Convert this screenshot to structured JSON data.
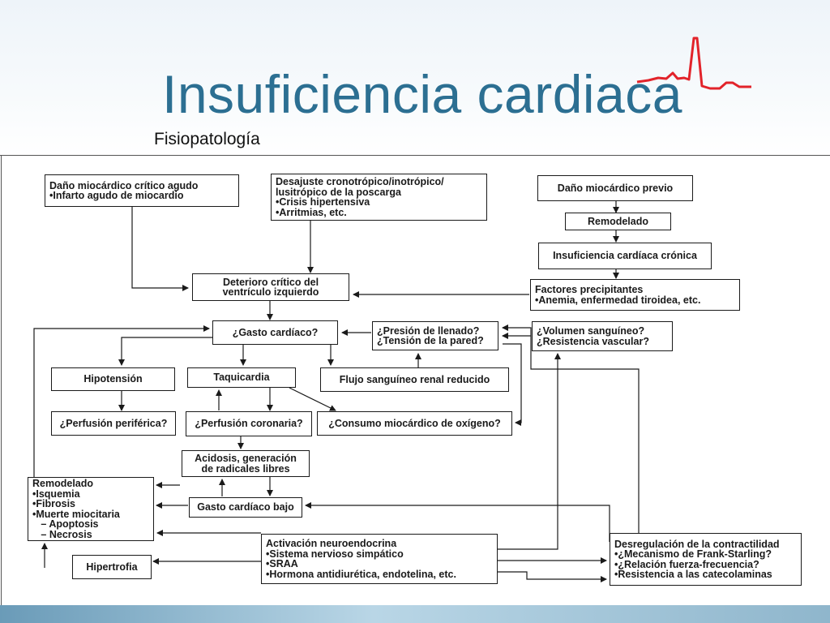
{
  "slide": {
    "title": "Insuficiencia cardiaca",
    "subtitle": "Fisiopatología"
  },
  "colors": {
    "title": "#2c6f92",
    "ecg_line": "#e2232a",
    "bottom_bar": "#8fb6cc"
  },
  "icons": {
    "ecg": "ecg-trace-icon"
  },
  "diagram": {
    "boxes": {
      "dano_agudo": {
        "lines": [
          "Daño miocárdico crítico agudo",
          "•Infarto agudo de miocardio"
        ]
      },
      "desajuste": {
        "lines": [
          "Desajuste cronotrópico/inotrópico/",
          "lusitrópico de la poscarga",
          "•Crisis hipertensiva",
          "•Arritmias, etc."
        ]
      },
      "dano_previo": {
        "lines": [
          "Daño miocárdico previo"
        ]
      },
      "remodelado_top": {
        "lines": [
          "Remodelado"
        ]
      },
      "ic_cronica": {
        "lines": [
          "Insuficiencia cardíaca crónica"
        ]
      },
      "deterioro": {
        "lines": [
          "Deterioro crítico del",
          "ventrículo izquierdo"
        ]
      },
      "factores": {
        "lines": [
          "Factores precipitantes",
          "•Anemia, enfermedad tiroidea, etc."
        ]
      },
      "gasto_cardiaco": {
        "lines": [
          "¿Gasto cardíaco?"
        ]
      },
      "presion": {
        "lines": [
          "¿Presión de llenado?",
          "¿Tensión de la pared?"
        ]
      },
      "volumen": {
        "lines": [
          "¿Volumen sanguíneo?",
          "¿Resistencia vascular?"
        ]
      },
      "hipotension": {
        "lines": [
          "Hipotensión"
        ]
      },
      "taquicardia": {
        "lines": [
          "Taquicardia"
        ]
      },
      "flujo_renal": {
        "lines": [
          "Flujo sanguíneo renal reducido"
        ]
      },
      "perfusion_periferica": {
        "lines": [
          "¿Perfusión periférica?"
        ]
      },
      "perfusion_coronaria": {
        "lines": [
          "¿Perfusión coronaria?"
        ]
      },
      "consumo": {
        "lines": [
          "¿Consumo miocárdico de oxígeno?"
        ]
      },
      "acidosis": {
        "lines": [
          "Acidosis, generación",
          "de radicales libres"
        ]
      },
      "remodelado_left": {
        "lines": [
          "Remodelado",
          "•Isquemia",
          "•Fibrosis",
          "•Muerte miocitaria",
          "   – Apoptosis",
          "   – Necrosis"
        ]
      },
      "gasto_bajo": {
        "lines": [
          "Gasto cardíaco bajo"
        ]
      },
      "activacion": {
        "lines": [
          "Activación neuroendocrina",
          "•Sistema nervioso simpático",
          "•SRAA",
          "•Hormona antidiurética, endotelina, etc."
        ]
      },
      "desregulacion": {
        "lines": [
          "Desregulación de la contractilidad",
          "•¿Mecanismo de Frank-Starling?",
          "•¿Relación fuerza-frecuencia?",
          "•Resistencia a las catecolaminas"
        ]
      },
      "hipertrofia": {
        "lines": [
          "Hipertrofia"
        ]
      }
    }
  }
}
